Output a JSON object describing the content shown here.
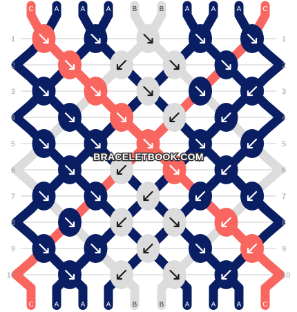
{
  "colors": {
    "A": "#0a1e63",
    "B": "#dcdcdc",
    "C": "#f96660",
    "grid": "#c8c8c8",
    "row_label": "#9a9a9a",
    "arrow_dark": "#1a1a1a",
    "arrow_light": "#ffffff"
  },
  "strings_top": [
    "C",
    "A",
    "A",
    "A",
    "B",
    "B",
    "A",
    "A",
    "A",
    "C"
  ],
  "strings_bottom": [
    "C",
    "A",
    "A",
    "A",
    "B",
    "B",
    "A",
    "A",
    "A",
    "C"
  ],
  "row_labels": [
    "1",
    "2",
    "3",
    "4",
    "5",
    "6",
    "7",
    "8",
    "9",
    "10"
  ],
  "watermark": "BRACELETBOOK.COM",
  "pattern": [
    [
      {
        "c": "C",
        "d": "se"
      },
      {
        "c": "A",
        "d": "se"
      },
      {
        "c": "B",
        "d": "se"
      },
      {
        "c": "A",
        "d": "se"
      },
      {
        "c": "A",
        "d": "se"
      }
    ],
    [
      {
        "c": "C",
        "d": "se"
      },
      {
        "c": "B",
        "d": "sw"
      },
      {
        "c": "B",
        "d": "se"
      },
      {
        "c": "A",
        "d": "se"
      }
    ],
    [
      {
        "c": "A",
        "d": "se"
      },
      {
        "c": "C",
        "d": "se"
      },
      {
        "c": "B",
        "d": "se"
      },
      {
        "c": "A",
        "d": "se"
      },
      {
        "c": "A",
        "d": "sw"
      }
    ],
    [
      {
        "c": "A",
        "d": "se"
      },
      {
        "c": "C",
        "d": "se"
      },
      {
        "c": "B",
        "d": "sw"
      },
      {
        "c": "A",
        "d": "sw"
      }
    ],
    [
      {
        "c": "A",
        "d": "se"
      },
      {
        "c": "A",
        "d": "se"
      },
      {
        "c": "C",
        "d": "se"
      },
      {
        "c": "A",
        "d": "se"
      },
      {
        "c": "A",
        "d": "sw"
      }
    ],
    [
      {
        "c": "A",
        "d": "se"
      },
      {
        "c": "B",
        "d": "sw"
      },
      {
        "c": "C",
        "d": "se"
      },
      {
        "c": "A",
        "d": "sw"
      }
    ],
    [
      {
        "c": "A",
        "d": "se"
      },
      {
        "c": "A",
        "d": "se"
      },
      {
        "c": "B",
        "d": "sw"
      },
      {
        "c": "A",
        "d": "sw"
      },
      {
        "c": "A",
        "d": "sw"
      }
    ],
    [
      {
        "c": "A",
        "d": "se"
      },
      {
        "c": "B",
        "d": "sw"
      },
      {
        "c": "B",
        "d": "se"
      },
      {
        "c": "C",
        "d": "sw"
      }
    ],
    [
      {
        "c": "A",
        "d": "se"
      },
      {
        "c": "A",
        "d": "se"
      },
      {
        "c": "B",
        "d": "sw"
      },
      {
        "c": "A",
        "d": "se"
      },
      {
        "c": "C",
        "d": "sw"
      }
    ],
    [
      {
        "c": "A",
        "d": "se"
      },
      {
        "c": "B",
        "d": "sw"
      },
      {
        "c": "B",
        "d": "se"
      },
      {
        "c": "A",
        "d": "sw"
      }
    ]
  ]
}
